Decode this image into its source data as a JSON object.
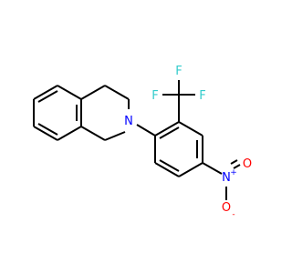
{
  "molecule": {
    "colors": {
      "bond": "#000000",
      "nitrogen": "#0000ff",
      "oxygen": "#ff0000",
      "fluorine": "#33cccc"
    },
    "labels": {
      "amine_n": "N",
      "nitro_n": "N",
      "nitro_n_charge": "+",
      "oxygen_top": "O",
      "oxygen_bottom": "O",
      "oxygen_bottom_charge": "-",
      "fluorine_left": "F",
      "fluorine_top": "F",
      "fluorine_right": "F"
    }
  }
}
